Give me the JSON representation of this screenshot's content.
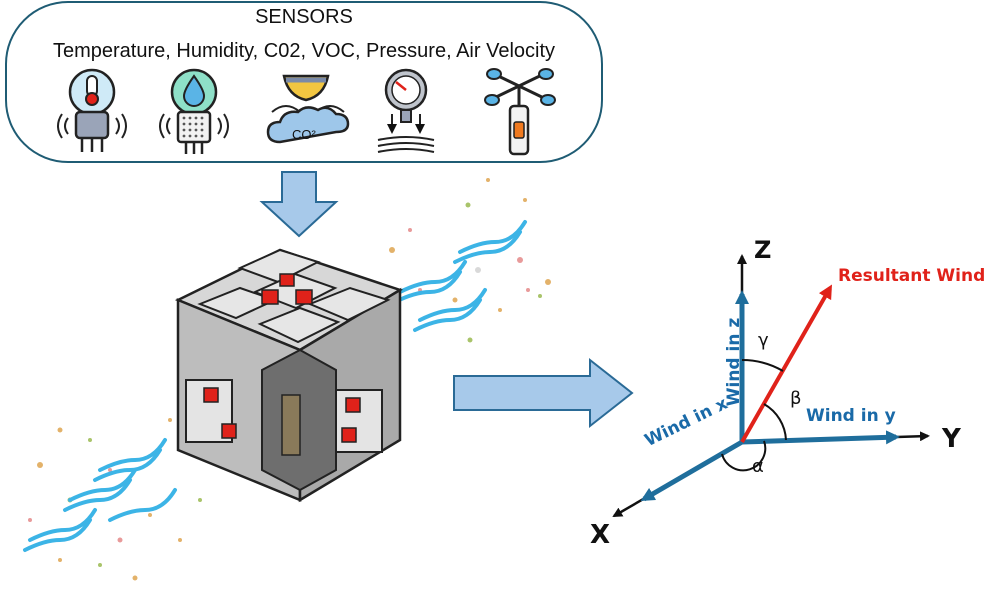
{
  "sensors": {
    "title": "SENSORS",
    "list": "Temperature, Humidity, C02, VOC, Pressure, Air Velocity",
    "icons": [
      "thermometer-sensor-icon",
      "humidity-sensor-icon",
      "co2-sensor-icon",
      "pressure-gauge-icon",
      "anemometer-icon"
    ],
    "co2_label": "CO²"
  },
  "axes": {
    "z": "Z",
    "y": "Y",
    "x": "X"
  },
  "components": {
    "wind_z": "Wind in z",
    "wind_y": "Wind in y",
    "wind_x": "Wind in x"
  },
  "resultant": "Resultant Wind",
  "angles": {
    "alpha": "α",
    "beta": "β",
    "gamma": "γ"
  },
  "colors": {
    "box_border": "#1f5c74",
    "arrow_fill": "#a7c9ea",
    "component_blue": "#1f6e9c",
    "resultant_red": "#e0221a",
    "wind_stream": "#3cb4e6"
  }
}
